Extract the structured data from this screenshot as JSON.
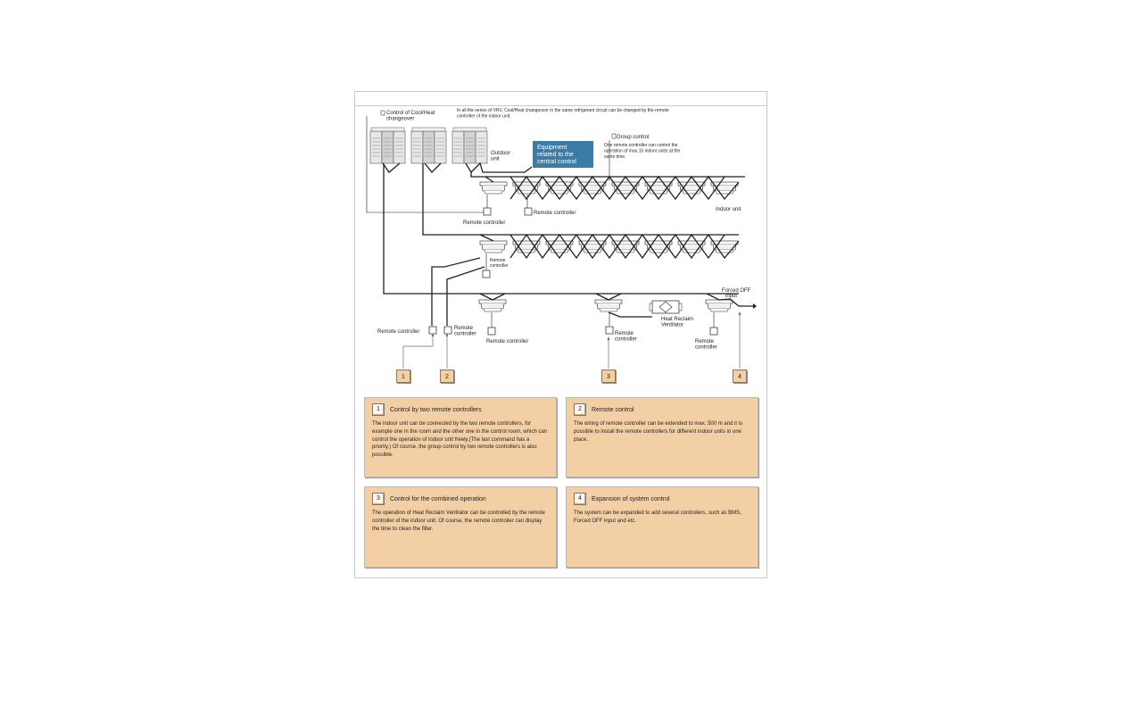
{
  "diagram": {
    "intro": "In all the series of VRV, Cool/Heat changeover in the same refrigerant circuit can be changed by the remote controller of the indoor unit.",
    "cool_heat_label": "Control of Cool/Heat changeover",
    "outdoor_unit_label": "Outdoor unit",
    "central_control_label": "Equipment related to the central control",
    "group_control_title": "Group control",
    "group_control_text": "One remote controller can control the operation of max.16 indoor units at the same time.",
    "indoor_unit_label": "Indoor unit",
    "remote_controller_label": "Remote controller",
    "heat_reclaim_label": "Heat Reclaim Ventilator",
    "forced_off_label": "Forced OFF input",
    "tag_numbers": [
      "1",
      "2",
      "3",
      "4"
    ],
    "colors": {
      "card": "#f2cfa5",
      "central_box": "#3a7ca5",
      "line": "#231f20"
    }
  },
  "cards": [
    {
      "number": "1",
      "title": "Control by two remote controllers",
      "body": "The indoor unit can be connected by the two remote controllers, for example one in the room and the other one in the control room, which can control the operation of indoor unit freely.(The last command has a priority.) Of course, the group control by two remote controllers is also possible."
    },
    {
      "number": "2",
      "title": "Remote control",
      "body": "The wiring of remote controller can be extended to max. 500 m and it is possible to install the remote controllers for different indoor units in one place."
    },
    {
      "number": "3",
      "title": "Control for the combined operation",
      "body": "The operation of Heat Reclaim Ventilator can be controlled by the remote controller of the indoor unit. Of course, the remote controller can display the time to clean the filter."
    },
    {
      "number": "4",
      "title": "Expansion of system control",
      "body": "The system can be expanded to add several controllers, such as BMS, Forced OFF input and etc."
    }
  ]
}
